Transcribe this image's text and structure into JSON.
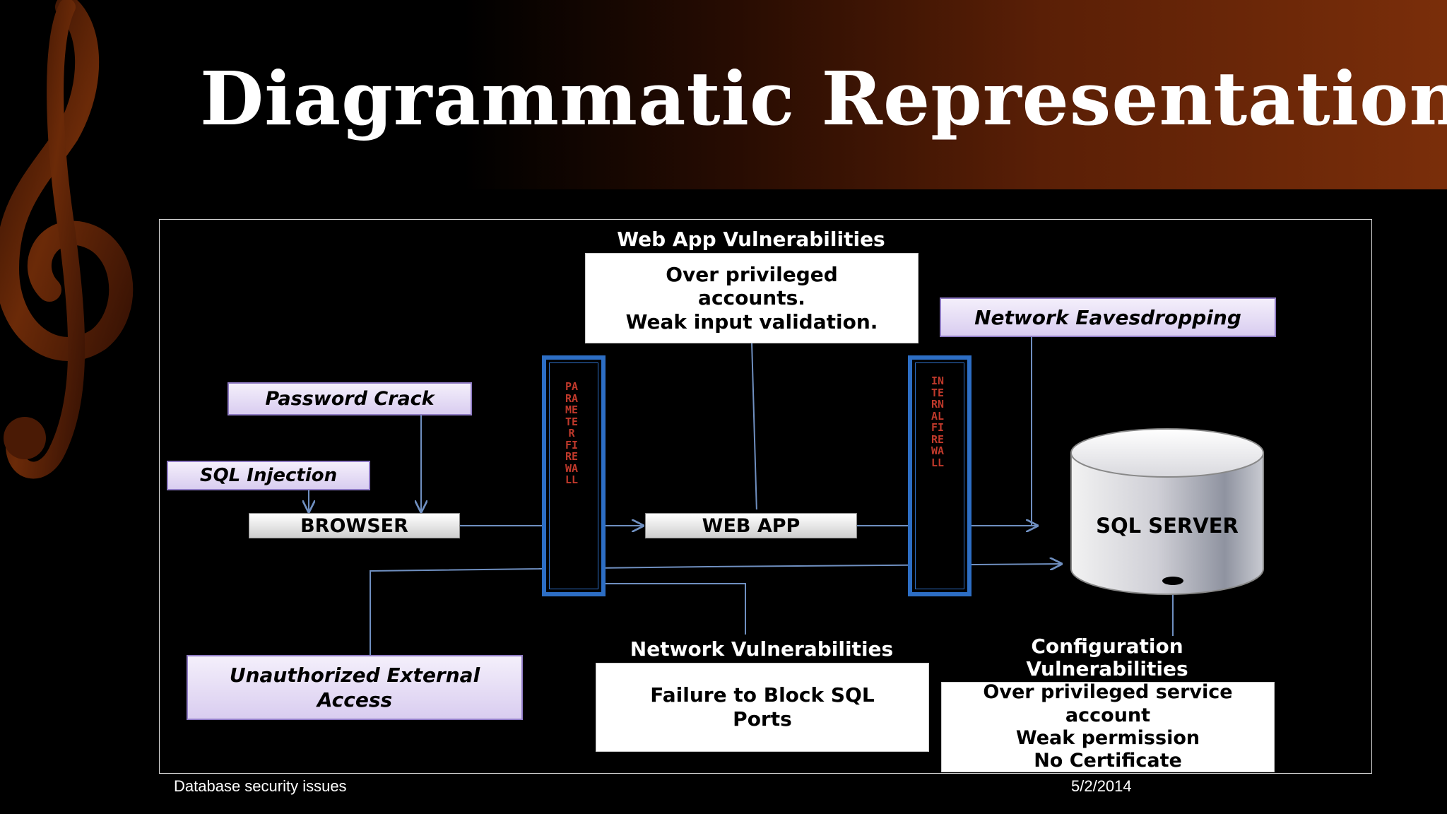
{
  "slide": {
    "title": "Diagrammatic Representation"
  },
  "diagram": {
    "web_app_vuln_label": "Web App Vulnerabilities",
    "web_app_vuln_box": "Over privileged\naccounts.\nWeak input validation.",
    "network_eavesdropping": "Network Eavesdropping",
    "password_crack": "Password Crack",
    "sql_injection": "SQL Injection",
    "browser": "BROWSER",
    "web_app": "WEB APP",
    "sql_server": "SQL SERVER",
    "parameter_firewall": "PARAMETER FIREWALL",
    "internal_firewall": "INTERNAL FIREWALL",
    "network_vuln_label": "Network Vulnerabilities",
    "network_vuln_box": "Failure to Block SQL\nPorts",
    "config_vuln_label": "Configuration\nVulnerabilities",
    "config_vuln_box": "Over privileged service\naccount\nWeak permission\nNo Certificate",
    "unauthorized_access": "Unauthorized External\nAccess"
  },
  "footer": {
    "left": "Database security issues",
    "right": "5/2/2014"
  },
  "colors": {
    "firewall_border": "#2d6ec4",
    "firewall_text": "#c0392b",
    "connector": "#6f8fc0",
    "purple_border": "#8f7bc4"
  }
}
